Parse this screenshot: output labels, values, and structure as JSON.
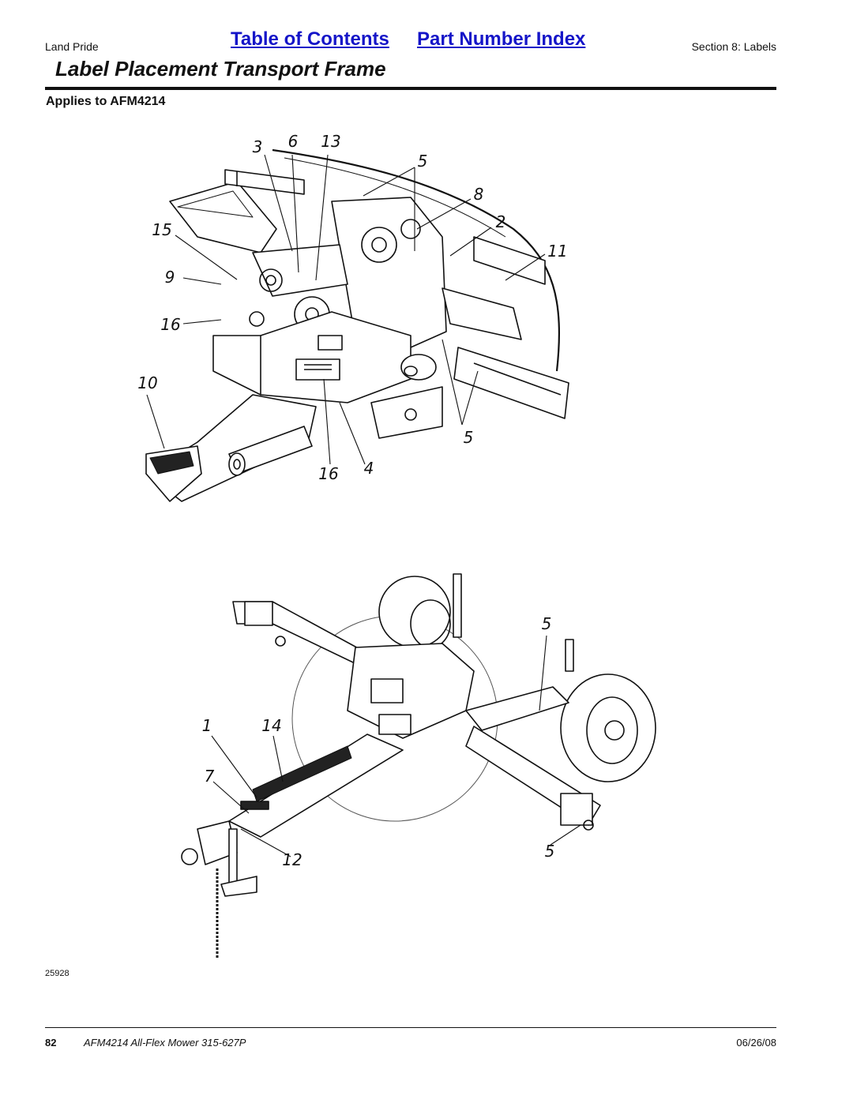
{
  "header": {
    "brand": "Land Pride",
    "toc_link": "Table of Contents",
    "index_link": "Part Number Index",
    "section": "Section 8: Labels"
  },
  "page_title": "Label Placement Transport Frame",
  "applies_to": "Applies to AFM4214",
  "figure": {
    "id": "25928",
    "upper_callouts": [
      "3",
      "6",
      "13",
      "5",
      "8",
      "2",
      "11",
      "15",
      "9",
      "16",
      "10",
      "5",
      "16",
      "4"
    ],
    "lower_callouts": [
      "5",
      "1",
      "14",
      "7",
      "12",
      "5"
    ]
  },
  "footer": {
    "page_number": "82",
    "manual": "AFM4214 All-Flex Mower 315-627P",
    "date": "06/26/08"
  }
}
